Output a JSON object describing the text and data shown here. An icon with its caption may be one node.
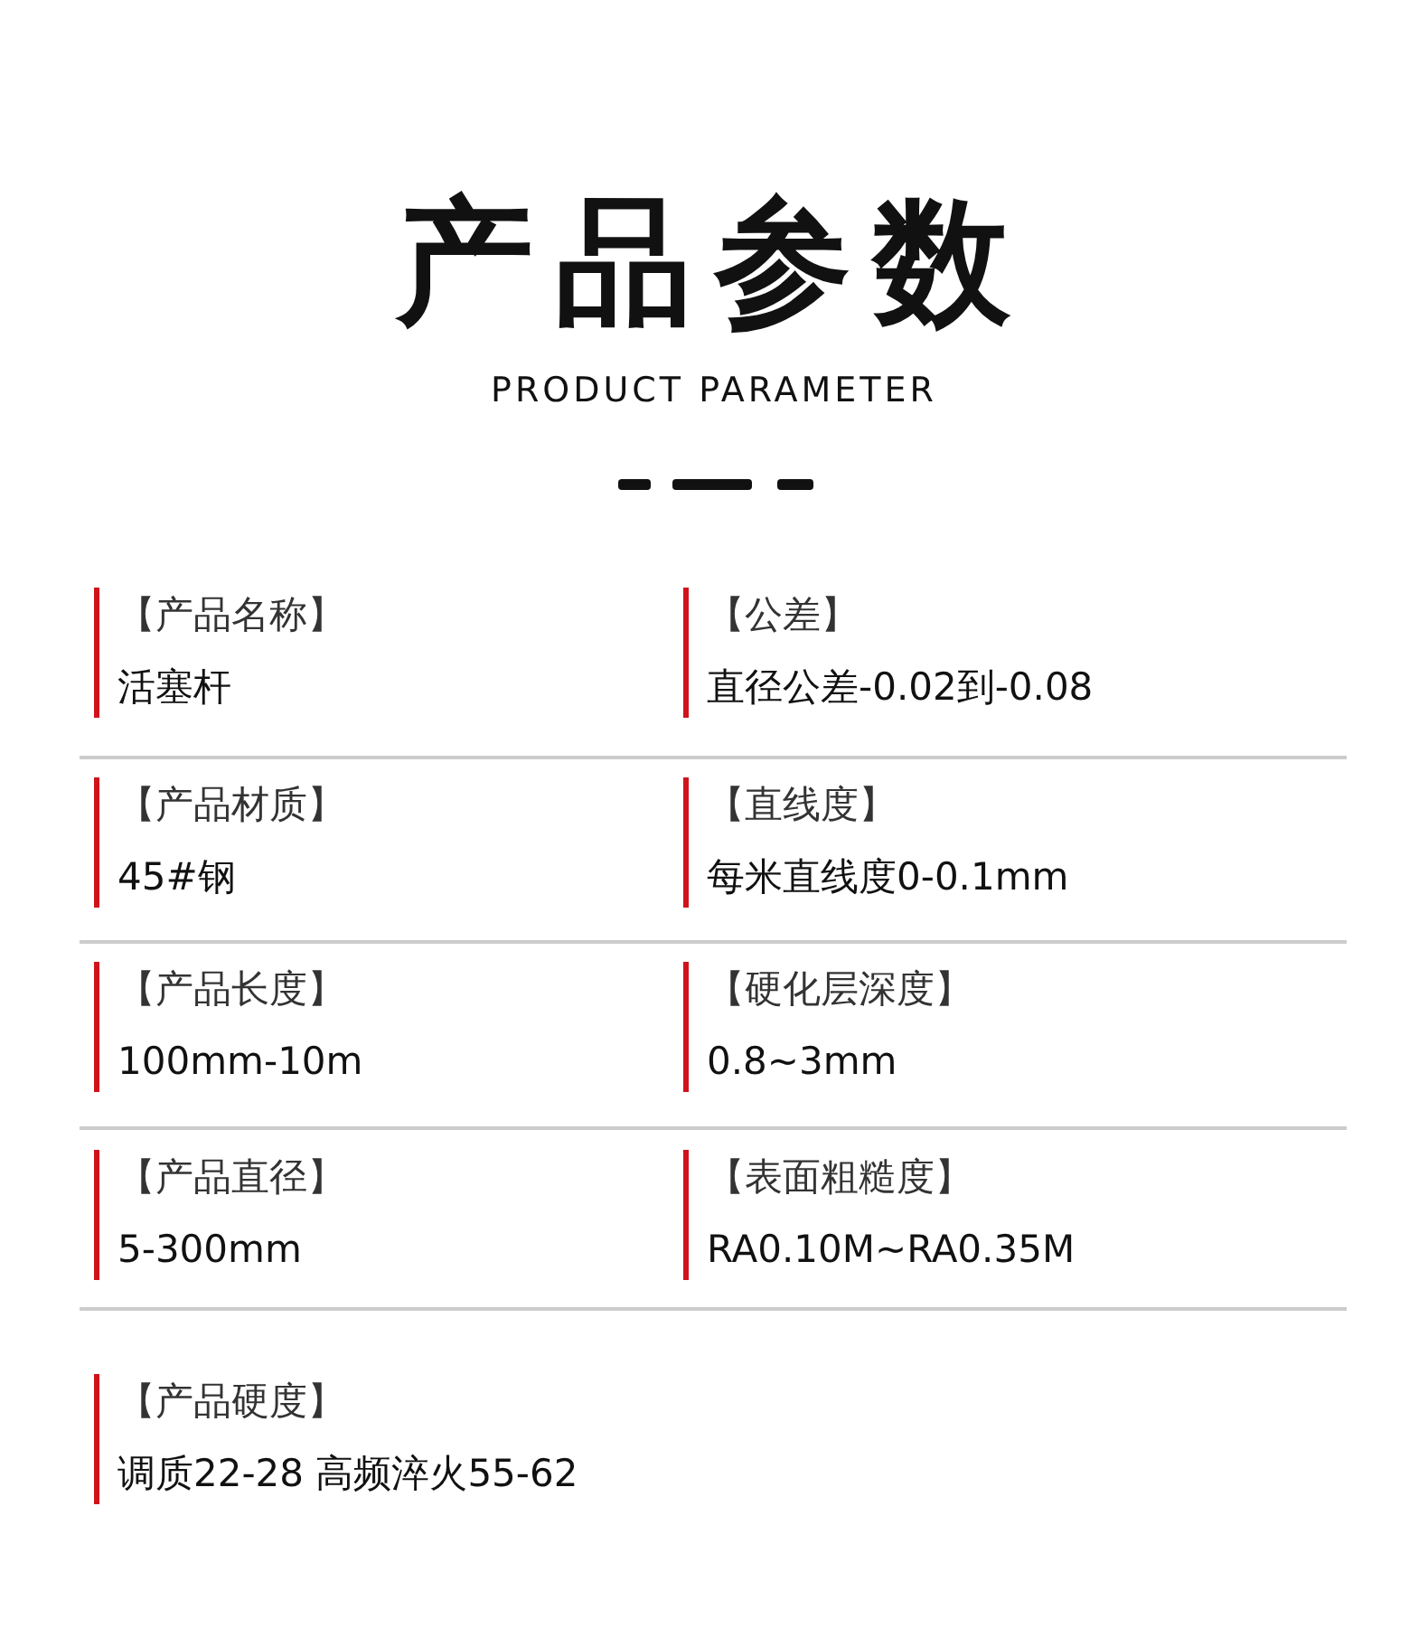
{
  "diagram": {
    "title": "产品参数",
    "labels": [
      "PRODUCT PARAMETER",
      "【产品名称】",
      "活塞杆",
      "【公差】",
      "直径公差-0.02到-0.08",
      "【产品材质】",
      "45#钢",
      "【直线度】",
      "每米直线度0-0.1mm",
      "【产品长度】",
      "100mm-10m",
      "【硬化层深度】",
      "0.8~3mm",
      "【产品直径】",
      "5-300mm",
      "【表面粗糙度】",
      "RA0.10M~RA0.35M",
      "【产品硬度】",
      "调质22-28 高频淬火55-62"
    ]
  }
}
